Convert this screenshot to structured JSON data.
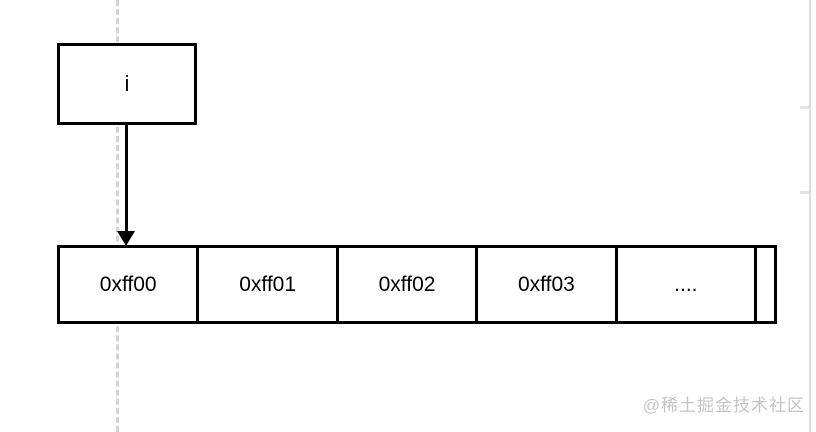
{
  "diagram": {
    "pointer_box": {
      "label": "i"
    },
    "memory_row": {
      "cells": [
        "0xff00",
        "0xff01",
        "0xff02",
        "0xff03",
        "....",
        ""
      ]
    },
    "watermark": "@稀土掘金技术社区",
    "colors": {
      "line": "#000000",
      "guide_dash": "#d4d4d4",
      "right_edge": "#dcdcdc",
      "watermark": "#c5c5c5",
      "background": "#ffffff"
    }
  }
}
